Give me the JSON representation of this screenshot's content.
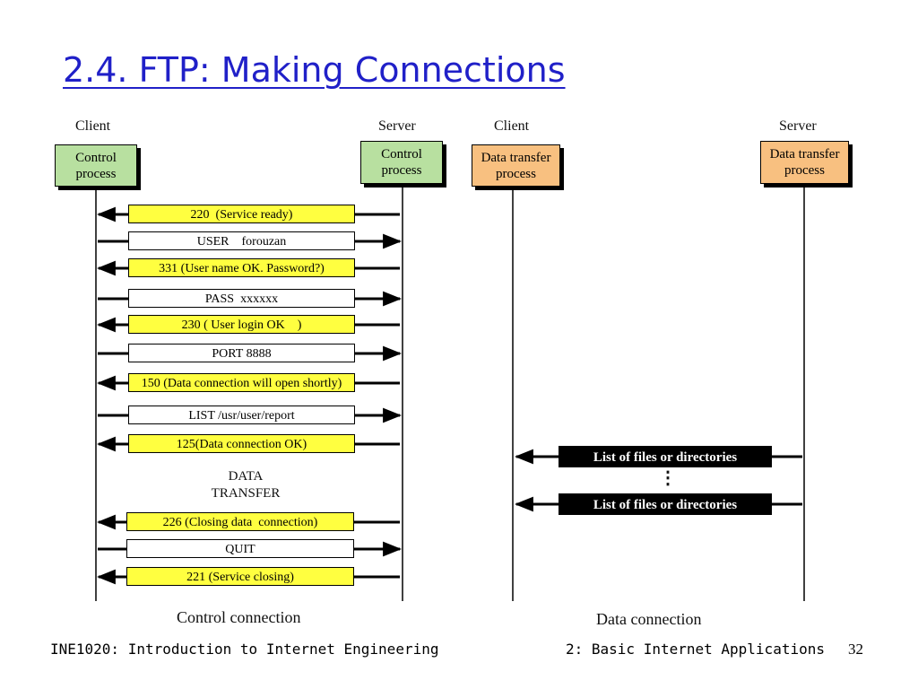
{
  "title": "2.4. FTP: Making Connections",
  "labels": {
    "client_left": "Client",
    "server_left": "Server",
    "client_right": "Client",
    "server_right": "Server"
  },
  "boxes": {
    "control_client": "Control\nprocess",
    "control_server": "Control\nprocess",
    "data_client": "Data transfer\nprocess",
    "data_server": "Data transfer\nprocess"
  },
  "messages": [
    {
      "text": "220  (Service ready)",
      "dir": "left"
    },
    {
      "text": "USER    forouzan",
      "dir": "right"
    },
    {
      "text": "331 (User name OK. Password?)",
      "dir": "left"
    },
    {
      "text": "PASS  xxxxxx",
      "dir": "right"
    },
    {
      "text": "230 ( User login OK    )",
      "dir": "left"
    },
    {
      "text": "PORT 8888",
      "dir": "right"
    },
    {
      "text": "150 (Data connection will open shortly)",
      "dir": "left"
    },
    {
      "text": "LIST /usr/user/report",
      "dir": "right"
    },
    {
      "text": "125(Data connection OK)",
      "dir": "left"
    },
    {
      "text": "226 (Closing data  connection)",
      "dir": "left"
    },
    {
      "text": "QUIT",
      "dir": "right"
    },
    {
      "text": "221 (Service closing)",
      "dir": "left"
    }
  ],
  "data_transfer_label": "DATA\nTRANSFER",
  "data_messages": [
    {
      "text": "List of files or directories",
      "dir": "left"
    },
    {
      "text": "List of files or directories",
      "dir": "left"
    }
  ],
  "ellipsis": "⋮",
  "captions": {
    "control": "Control connection",
    "data": "Data connection"
  },
  "footer": {
    "course": "INE1020: Introduction to Internet Engineering",
    "chapter": "2: Basic Internet Applications",
    "page": "32"
  }
}
